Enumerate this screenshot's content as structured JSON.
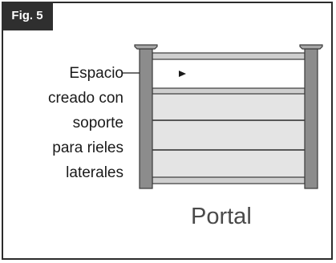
{
  "figure": {
    "tab_label": "Fig. 5"
  },
  "annotation": {
    "lines": [
      "Espacio",
      "creado con",
      "soporte",
      "para rieles",
      "laterales"
    ]
  },
  "caption": {
    "text": "Portal"
  },
  "colors": {
    "frame": "#2b2b2b",
    "tab_background": "#2f2f2f",
    "post_fill": "#8c8c8c",
    "post_stroke": "#3a3a3a",
    "panel_fill": "#e4e4e4",
    "rail_fill": "#cfcfcf",
    "arrow": "#1a1a1a"
  }
}
